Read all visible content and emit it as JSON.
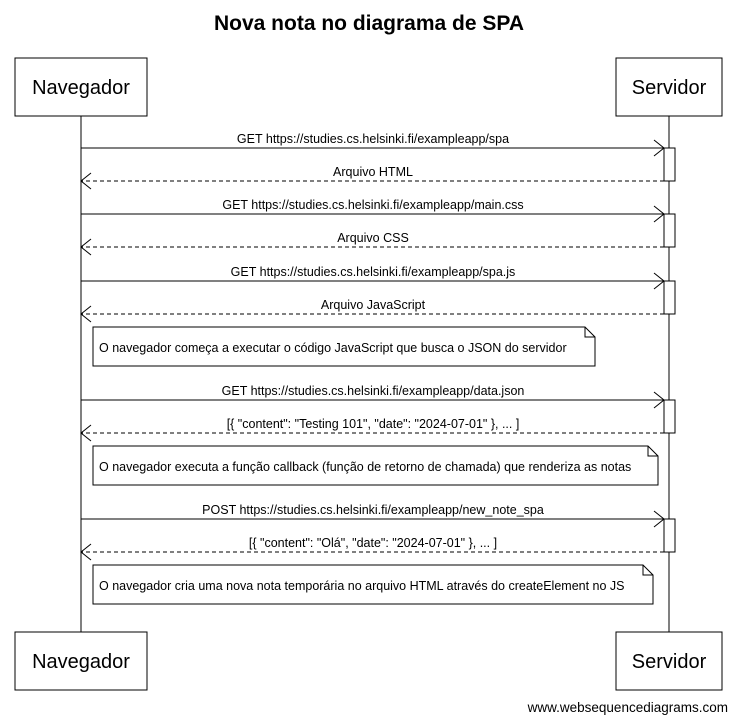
{
  "title": "Nova nota no diagrama de SPA",
  "actors": {
    "browser": "Navegador",
    "server": "Servidor"
  },
  "messages": [
    {
      "from": "browser",
      "to": "server",
      "kind": "request",
      "label": "GET https://studies.cs.helsinki.fi/exampleapp/spa"
    },
    {
      "from": "server",
      "to": "browser",
      "kind": "response",
      "label": "Arquivo HTML"
    },
    {
      "from": "browser",
      "to": "server",
      "kind": "request",
      "label": "GET https://studies.cs.helsinki.fi/exampleapp/main.css"
    },
    {
      "from": "server",
      "to": "browser",
      "kind": "response",
      "label": "Arquivo CSS"
    },
    {
      "from": "browser",
      "to": "server",
      "kind": "request",
      "label": "GET https://studies.cs.helsinki.fi/exampleapp/spa.js"
    },
    {
      "from": "server",
      "to": "browser",
      "kind": "response",
      "label": "Arquivo JavaScript"
    },
    {
      "from": "browser",
      "to": "server",
      "kind": "request",
      "label": "GET https://studies.cs.helsinki.fi/exampleapp/data.json"
    },
    {
      "from": "server",
      "to": "browser",
      "kind": "response",
      "label": "[{ \"content\": \"Testing 101\", \"date\": \"2024-07-01\" }, ... ]"
    },
    {
      "from": "browser",
      "to": "server",
      "kind": "request",
      "label": "POST https://studies.cs.helsinki.fi/exampleapp/new_note_spa"
    },
    {
      "from": "server",
      "to": "browser",
      "kind": "response",
      "label": "[{ \"content\": \"Olá\", \"date\": \"2024-07-01\" }, ... ]"
    }
  ],
  "notes": [
    "O navegador começa a executar o código JavaScript que busca o JSON do servidor",
    "O navegador executa a função callback (função de retorno de chamada) que renderiza as notas",
    "O navegador cria uma nova nota temporária no arquivo HTML através do createElement no JS"
  ],
  "credit": "www.websequencediagrams.com"
}
